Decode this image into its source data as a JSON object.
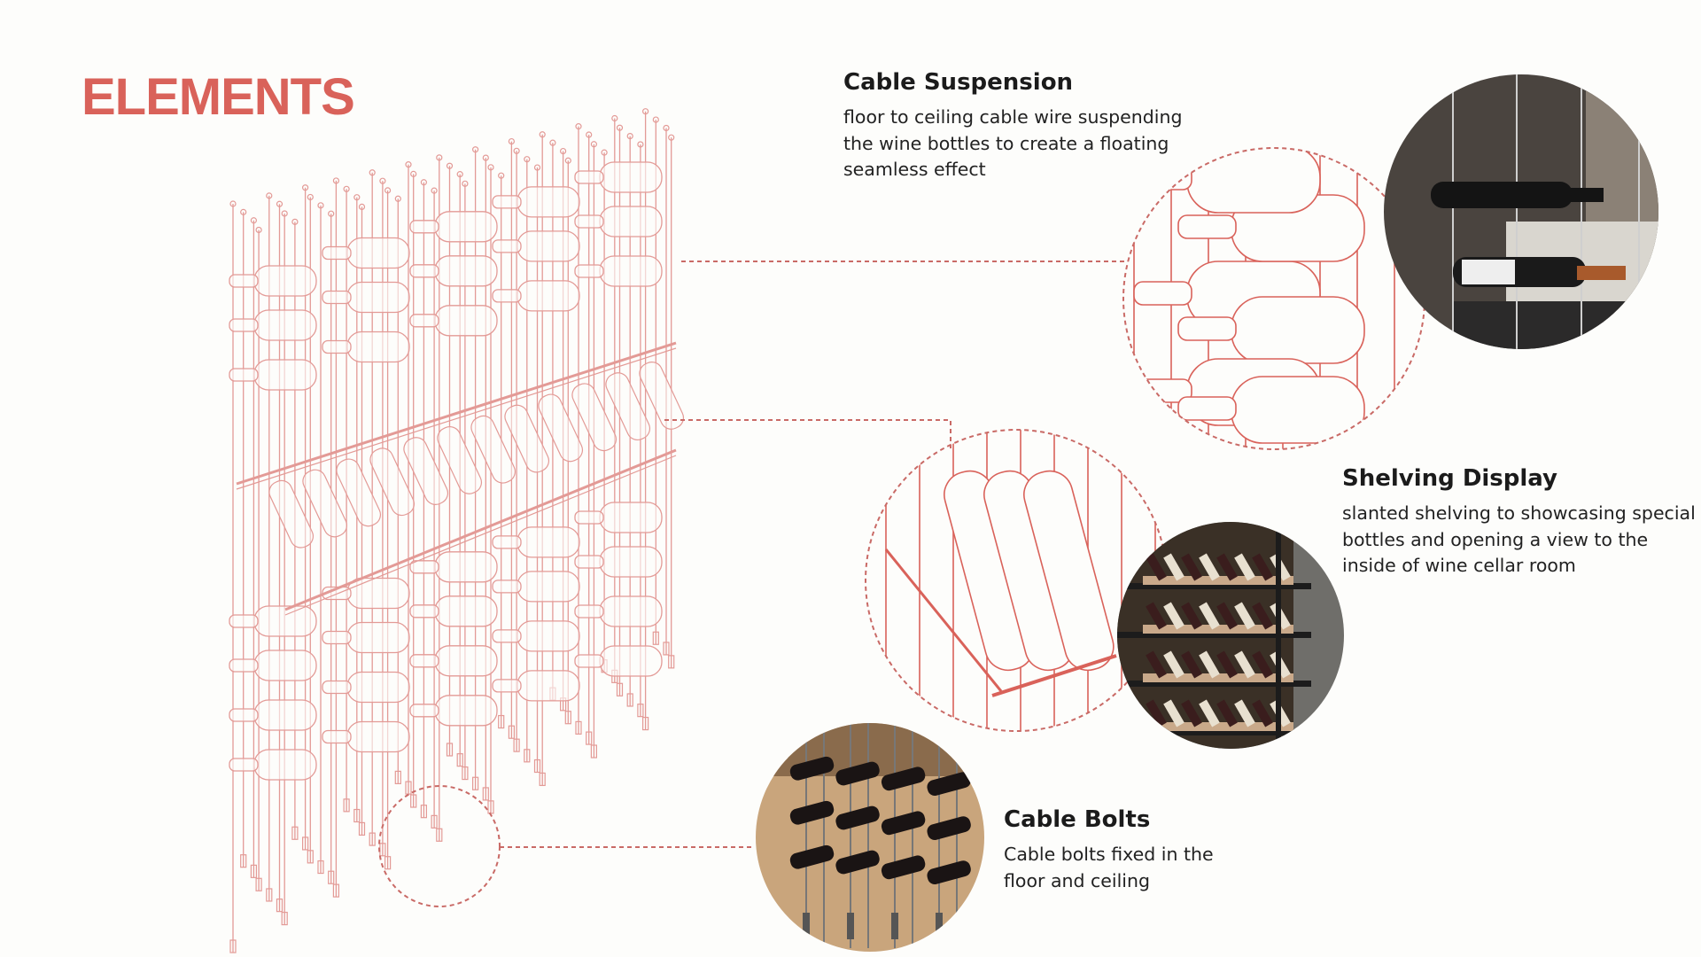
{
  "title": "ELEMENTS",
  "elements": [
    {
      "heading": "Cable Suspension",
      "lines": [
        "floor to ceiling cable wire suspending",
        "the wine bottles to create a floating",
        "seamless effect"
      ]
    },
    {
      "heading": "Shelving Display",
      "lines": [
        "slanted shelving to showcasing special",
        "bottles and opening a view  to the",
        "inside of wine cellar room"
      ]
    },
    {
      "heading": "Cable Bolts",
      "lines": [
        "Cable bolts fixed in the",
        "floor and ceiling"
      ]
    }
  ],
  "colors": {
    "accent": "#d9625a",
    "line": "#e39a96",
    "dash": "#c96a66"
  }
}
